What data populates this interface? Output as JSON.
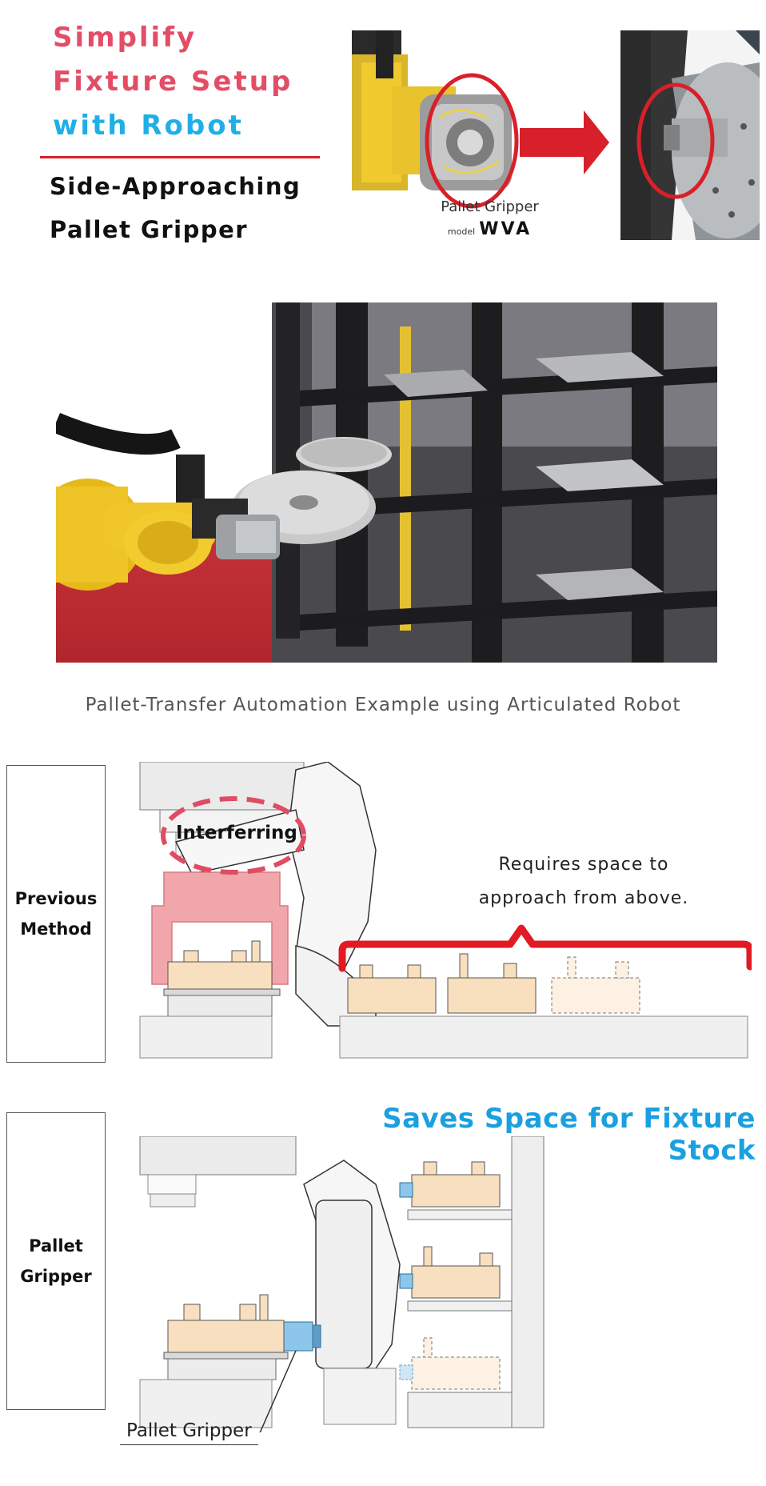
{
  "header": {
    "title_lines": [
      "Simplify",
      "Fixture Setup",
      "with Robot"
    ],
    "subtitle_lines": [
      "Side-Approaching",
      "Pallet Gripper"
    ],
    "colors": {
      "title_red": "#e34d66",
      "title_blue": "#20aee6",
      "rule_red": "#d8202a"
    }
  },
  "product_photo": {
    "label": "Pallet Gripper",
    "model_prefix": "model",
    "model_name": "WVA"
  },
  "main_photo": {
    "caption": "Pallet-Transfer Automation Example using Articulated Robot"
  },
  "previous": {
    "label_lines": [
      "Previous",
      "Method"
    ],
    "callout_interfering": "Interferring",
    "note_lines": [
      "Requires space to",
      "approach from above."
    ]
  },
  "gripper": {
    "label_lines": [
      "Pallet",
      "Gripper"
    ],
    "headline": "Saves Space for Fixture Stock",
    "pointer_label": "Pallet Gripper",
    "colors": {
      "headline": "#1aa0e0",
      "gripper_blue": "#8cc6ea"
    }
  }
}
